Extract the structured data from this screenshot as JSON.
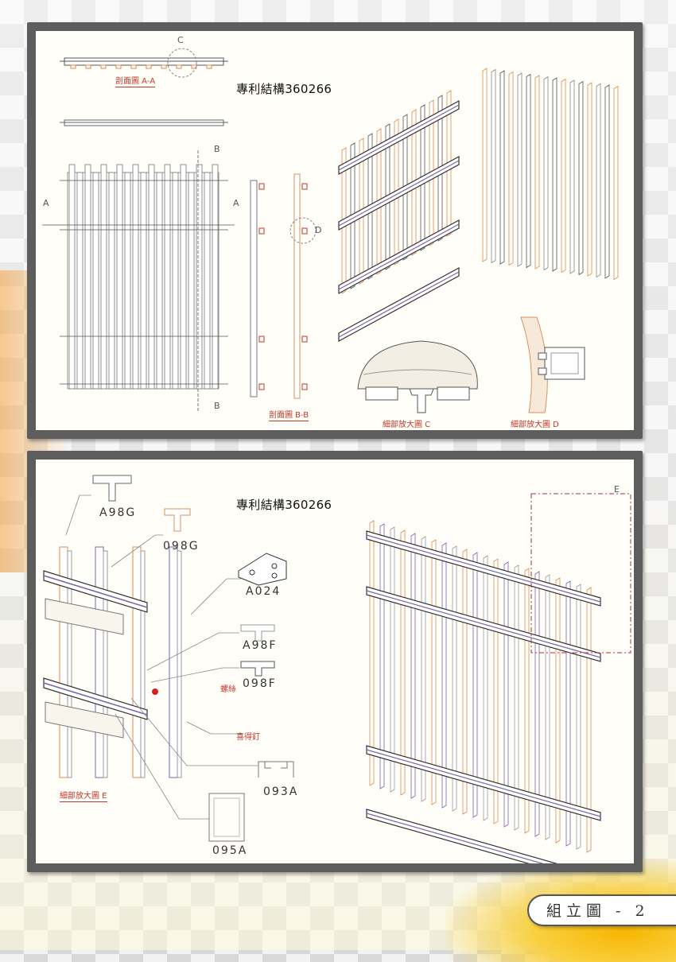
{
  "top_panel": {
    "patent": "專利結構360266",
    "labels": {
      "section_aa": "剖面圖 A-A",
      "section_bb": "剖面圖 B-B",
      "detail_c": "細部放大圖 C",
      "detail_d": "細部放大圖 D"
    },
    "markers": {
      "c": "C",
      "b_top": "B",
      "b_bottom": "B",
      "a_left": "A",
      "a_right": "A",
      "d": "D"
    }
  },
  "bottom_panel": {
    "patent": "專利結構360266",
    "parts": {
      "a98g": "A98G",
      "p098g": "098G",
      "a024": "A024",
      "a98f": "A98F",
      "p098f": "098F",
      "p093a": "093A",
      "p095a": "095A"
    },
    "notes": {
      "screw": "螺絲",
      "rivet": "喜得釘",
      "detail_e": "細部放大圖 E"
    },
    "markers": {
      "e": "E"
    }
  },
  "footer": {
    "title": "組立圖 - 2"
  },
  "colors": {
    "panel_border": "#5d5d5d",
    "accent_red": "#c0392b",
    "accent_orange": "#e08a4a",
    "accent_purple": "#7a64a8"
  }
}
